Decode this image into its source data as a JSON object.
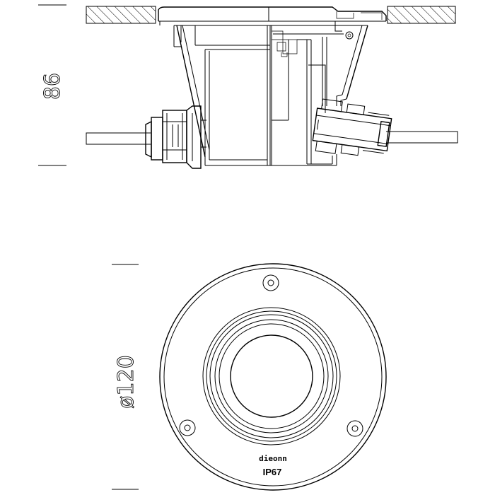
{
  "dimensions": {
    "height_label": "86",
    "diameter_label": "ø120"
  },
  "marking": {
    "brand": "dieonn",
    "rating": "IP67"
  }
}
